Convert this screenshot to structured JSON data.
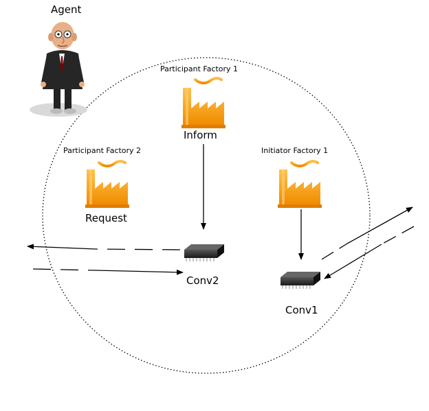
{
  "agent": {
    "label": "Agent"
  },
  "factories": [
    {
      "title": "Participant Factory 1",
      "caption": "Inform"
    },
    {
      "title": "Participant Factory 2",
      "caption": "Request"
    },
    {
      "title": "Initiator Factory 1",
      "caption": ""
    }
  ],
  "conversations": [
    {
      "label": "Conv2"
    },
    {
      "label": "Conv1"
    }
  ],
  "colors": {
    "factory_fill": "#f7a21b",
    "factory_highlight": "#ffd27a",
    "chip_body": "#2b2b2b",
    "line": "#000000"
  },
  "icons": {
    "agent": "agent-figure-icon",
    "factory": "factory-icon",
    "chip": "chip-icon"
  }
}
